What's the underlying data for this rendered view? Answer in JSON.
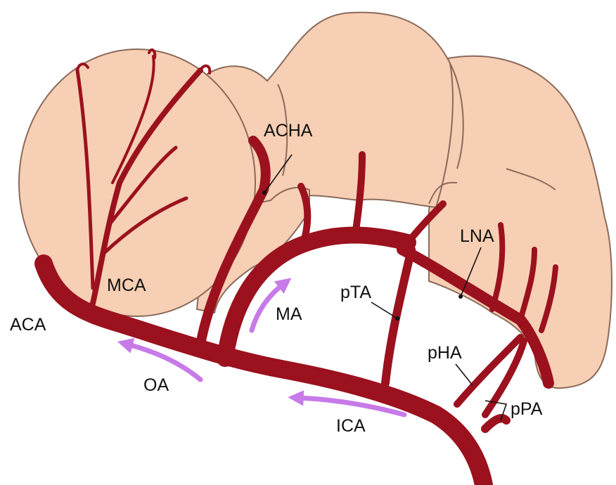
{
  "colors": {
    "tissue": "#f7cfb4",
    "tissue_line": "#8a6a5a",
    "vessel": "#9b111e",
    "flow_arrow": "#c77ae8",
    "label": "#111111"
  },
  "labels": {
    "acha": "ACHA",
    "mca": "MCA",
    "aca": "ACA",
    "oa": "OA",
    "ma": "MA",
    "ptа": "pTA",
    "lna": "LNA",
    "pha": "pHA",
    "ppa": "pPA",
    "ica": "ICA"
  },
  "flow_arrows": [
    "oa-flow-arrow",
    "ma-flow-arrow",
    "ica-flow-arrow"
  ]
}
